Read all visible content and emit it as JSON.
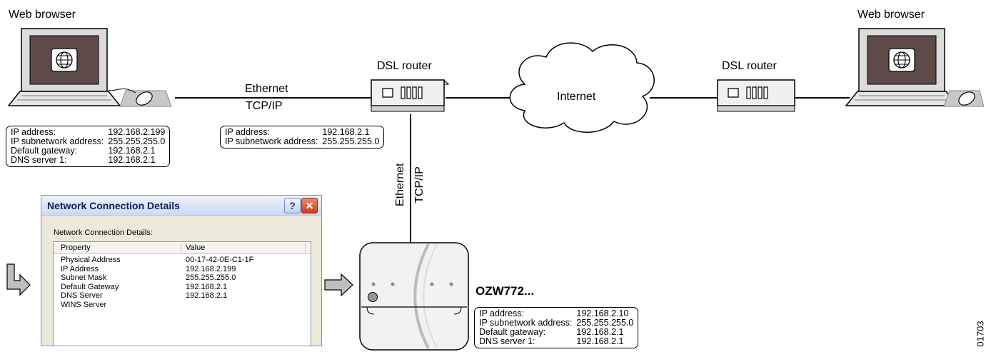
{
  "labels": {
    "web_browser_left": "Web browser",
    "web_browser_right": "Web browser",
    "dsl_router_center": "DSL router",
    "dsl_router_right": "DSL router",
    "ethernet_h": "Ethernet",
    "tcpip_h": "TCP/IP",
    "ethernet_v": "Ethernet",
    "tcpip_v": "TCP/IP",
    "internet": "Internet",
    "device_name": "OZW772...",
    "figure_code": "01703"
  },
  "pc_box": {
    "rows": [
      {
        "key": "IP address:",
        "value": "192.168.2.199"
      },
      {
        "key": "IP subnetwork address:",
        "value": "255.255.255.0"
      },
      {
        "key": "Default gateway:",
        "value": "192.168.2.1"
      },
      {
        "key": "DNS server 1:",
        "value": "192.168.2.1"
      }
    ]
  },
  "router_box": {
    "rows": [
      {
        "key": "IP address:",
        "value": "192.168.2.1"
      },
      {
        "key": "IP subnetwork address:",
        "value": "255.255.255.0"
      }
    ]
  },
  "device_box": {
    "rows": [
      {
        "key": "IP address:",
        "value": "192.168.2.10"
      },
      {
        "key": "IP subnetwork address:",
        "value": "255.255.255.0"
      },
      {
        "key": "Default gateway:",
        "value": "192.168.2.1"
      },
      {
        "key": "DNS server 1:",
        "value": "192.168.2.1"
      }
    ]
  },
  "dialog": {
    "title": "Network Connection Details",
    "help": "?",
    "close": "✕",
    "subtitle": "Network Connection Details:",
    "col_property": "Property",
    "col_value": "Value",
    "rows": [
      {
        "property": "Physical Address",
        "value": "00-17-42-0E-C1-1F"
      },
      {
        "property": "IP Address",
        "value": "192.168.2.199"
      },
      {
        "property": "Subnet Mask",
        "value": "255.255.255.0"
      },
      {
        "property": "Default Gateway",
        "value": "192.168.2.1"
      },
      {
        "property": "DNS Server",
        "value": "192.168.2.1"
      },
      {
        "property": "WINS Server",
        "value": ""
      }
    ]
  },
  "icons": {
    "laptop": "laptop-icon",
    "globe": "globe-icon",
    "mouse": "mouse-icon",
    "router": "router-icon",
    "cloud": "cloud-icon",
    "device": "web-server-device-icon",
    "arrow": "arrow-right-icon",
    "bent_arrow": "bent-arrow-icon"
  },
  "colors": {
    "screen": "#5e4a49",
    "device_body": "#f2f2f2",
    "arrow_fill": "#bfbfbf"
  }
}
